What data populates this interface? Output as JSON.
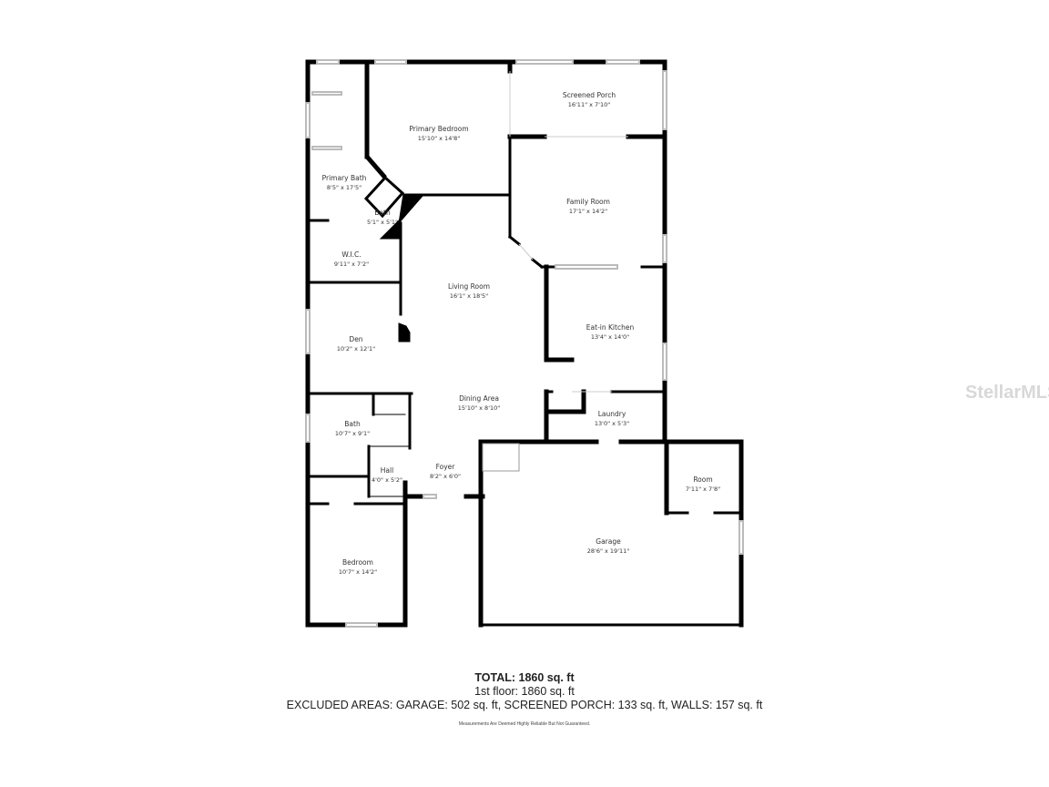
{
  "rooms": [
    {
      "name": "Primary Bedroom",
      "dims": "15'10\" x 14'8\""
    },
    {
      "name": "Screened Porch",
      "dims": "16'11\" x 7'10\""
    },
    {
      "name": "Primary Bath",
      "dims": "8'5\" x 17'5\""
    },
    {
      "name": "Bath",
      "dims": "5'1\" x 5'1\""
    },
    {
      "name": "Family Room",
      "dims": "17'1\" x 14'2\""
    },
    {
      "name": "W.I.C.",
      "dims": "9'11\" x 7'2\""
    },
    {
      "name": "Living Room",
      "dims": "16'1\" x 18'5\""
    },
    {
      "name": "Eat-in Kitchen",
      "dims": "13'4\" x 14'0\""
    },
    {
      "name": "Den",
      "dims": "10'2\" x 12'1\""
    },
    {
      "name": "Dining Area",
      "dims": "15'10\" x 8'10\""
    },
    {
      "name": "Laundry",
      "dims": "13'0\" x 5'3\""
    },
    {
      "name": "Bath",
      "dims": "10'7\" x 9'1\""
    },
    {
      "name": "Hall",
      "dims": "4'0\" x 5'2\""
    },
    {
      "name": "Foyer",
      "dims": "8'2\" x 6'0\""
    },
    {
      "name": "Room",
      "dims": "7'11\" x 7'8\""
    },
    {
      "name": "Garage",
      "dims": "28'6\" x 19'11\""
    },
    {
      "name": "Bedroom",
      "dims": "10'7\" x 14'2\""
    }
  ],
  "summary": {
    "total": "TOTAL: 1860 sq. ft",
    "floor": "1st floor: 1860 sq. ft",
    "excluded": "EXCLUDED AREAS: GARAGE: 502 sq. ft, SCREENED PORCH: 133 sq. ft, WALLS: 157 sq. ft",
    "disclaimer": "Measurements Are Deemed Highly Reliable But Not Guaranteed."
  },
  "watermark": "StellarMLS",
  "colors": {
    "wall": "#000000",
    "window": "#bbbbbb",
    "background": "#ffffff"
  }
}
